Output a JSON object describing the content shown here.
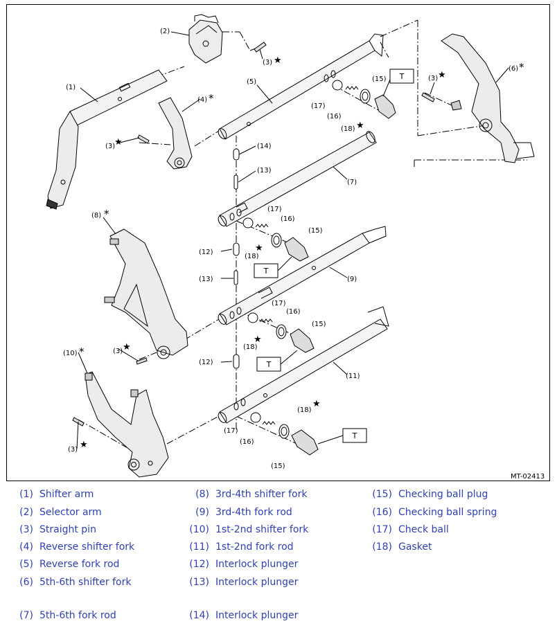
{
  "figure_code": "MT-02413",
  "callouts": {
    "c1": "(1)",
    "c2": "(2)",
    "c3a": "(3)",
    "c3b": "(3)",
    "c3c": "(3)",
    "c3d": "(3)",
    "c3e": "(3)",
    "c4": "(4)",
    "c5": "(5)",
    "c6": "(6)",
    "c7": "(7)",
    "c8": "(8)",
    "c9": "(9)",
    "c10": "(10)",
    "c11": "(11)",
    "c12a": "(12)",
    "c12b": "(12)",
    "c13a": "(13)",
    "c13b": "(13)",
    "c14": "(14)",
    "c15a": "(15)",
    "c15b": "(15)",
    "c15c": "(15)",
    "c15d": "(15)",
    "c16a": "(16)",
    "c16b": "(16)",
    "c16c": "(16)",
    "c16d": "(16)",
    "c17a": "(17)",
    "c17b": "(17)",
    "c17c": "(17)",
    "c17d": "(17)",
    "c18a": "(18)",
    "c18b": "(18)",
    "c18c": "(18)",
    "c18d": "(18)"
  },
  "asterisk": "*",
  "star": "★",
  "torque_mark": "T",
  "legend": [
    {
      "num": "(1)",
      "label": "Shifter arm"
    },
    {
      "num": "(2)",
      "label": "Selector arm"
    },
    {
      "num": "(3)",
      "label": "Straight pin"
    },
    {
      "num": "(4)",
      "label": "Reverse shifter fork"
    },
    {
      "num": "(5)",
      "label": "Reverse fork rod"
    },
    {
      "num": "(6)",
      "label": "5th-6th shifter fork"
    },
    {
      "num": "(7)",
      "label": "5th-6th fork rod"
    },
    {
      "num": "(8)",
      "label": "3rd-4th shifter fork"
    },
    {
      "num": "(9)",
      "label": "3rd-4th fork rod"
    },
    {
      "num": "(10)",
      "label": "1st-2nd shifter fork"
    },
    {
      "num": "(11)",
      "label": "1st-2nd fork rod"
    },
    {
      "num": "(12)",
      "label": "Interlock plunger"
    },
    {
      "num": "(13)",
      "label": "Interlock plunger"
    },
    {
      "num": "(14)",
      "label": "Interlock plunger"
    },
    {
      "num": "(15)",
      "label": "Checking ball plug"
    },
    {
      "num": "(16)",
      "label": "Checking ball spring"
    },
    {
      "num": "(17)",
      "label": "Check ball"
    },
    {
      "num": "(18)",
      "label": "Gasket"
    }
  ]
}
